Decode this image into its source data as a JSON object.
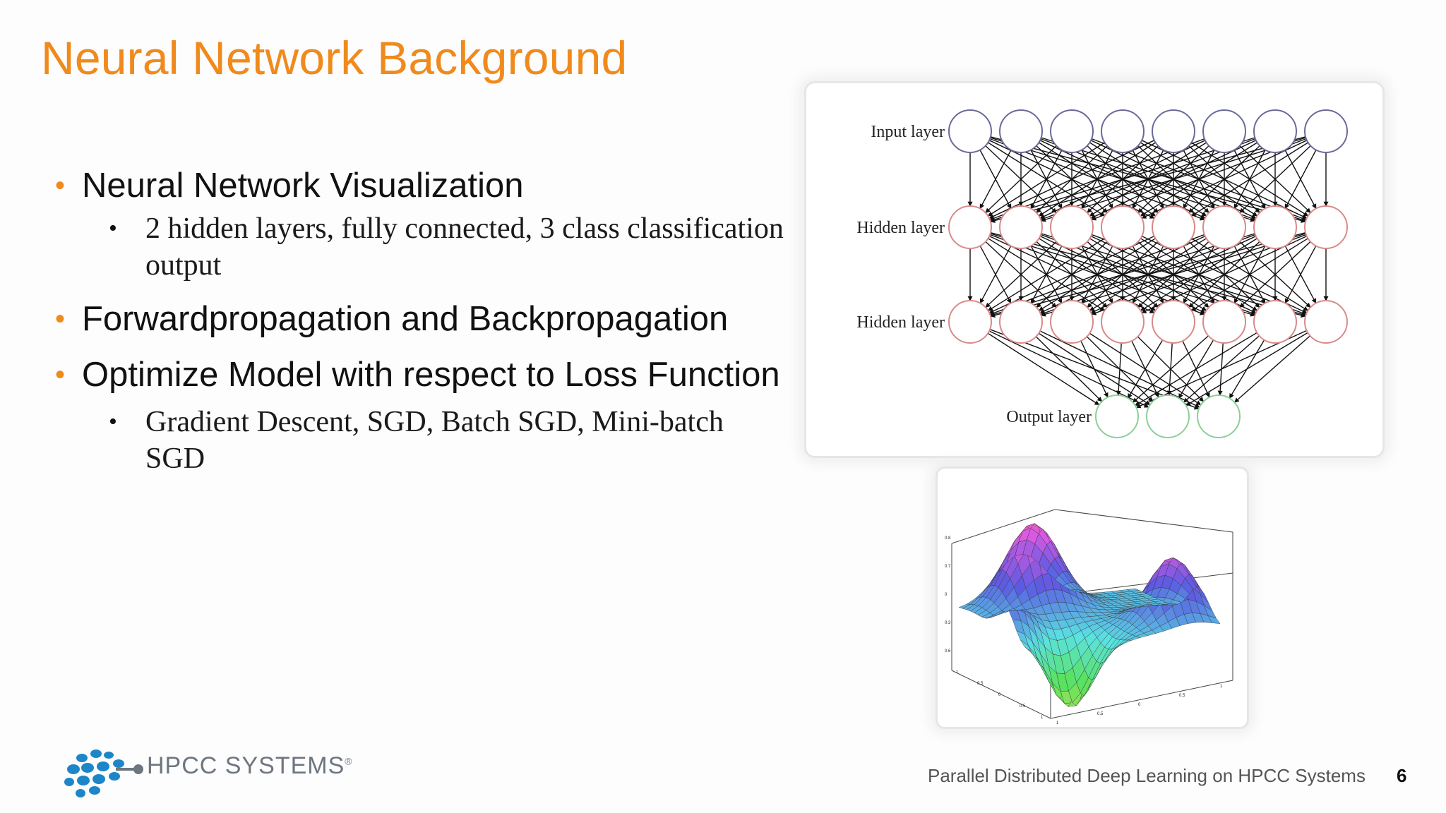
{
  "slide": {
    "title": "Neural Network Background",
    "bullets": [
      {
        "text": "Neural Network Visualization",
        "sub": "2 hidden layers, fully connected, 3 class classification output"
      },
      {
        "text": "Forwardpropagation and Backpropagation",
        "sub": ""
      },
      {
        "text": "Optimize Model with respect to Loss Function",
        "sub": "Gradient Descent, SGD, Batch SGD, Mini-batch SGD"
      }
    ],
    "bullet_color": "#f08a1c",
    "title_color": "#f08a1c"
  },
  "diagram": {
    "layers": [
      {
        "label": "Input layer",
        "nodes": 8,
        "color": "#6a6a9a"
      },
      {
        "label": "Hidden layer",
        "nodes": 8,
        "color": "#d98a8a"
      },
      {
        "label": "Hidden layer",
        "nodes": 8,
        "color": "#d98a8a"
      },
      {
        "label": "Output layer",
        "nodes": 3,
        "color": "#8ccf98"
      }
    ]
  },
  "surface_plot": {
    "z_ticks": [
      "0.8",
      "0.7",
      "0",
      "0.3",
      "0.6"
    ],
    "x_ticks": [
      "1",
      "0.5",
      "0",
      "0.5",
      "1"
    ],
    "y_ticks": [
      "1",
      "0.5",
      "0",
      "0.5",
      "1"
    ]
  },
  "logo": {
    "name": "HPCC SYSTEMS",
    "mark": "®"
  },
  "footer": {
    "text": "Parallel Distributed Deep Learning on HPCC Systems",
    "page": "6"
  }
}
